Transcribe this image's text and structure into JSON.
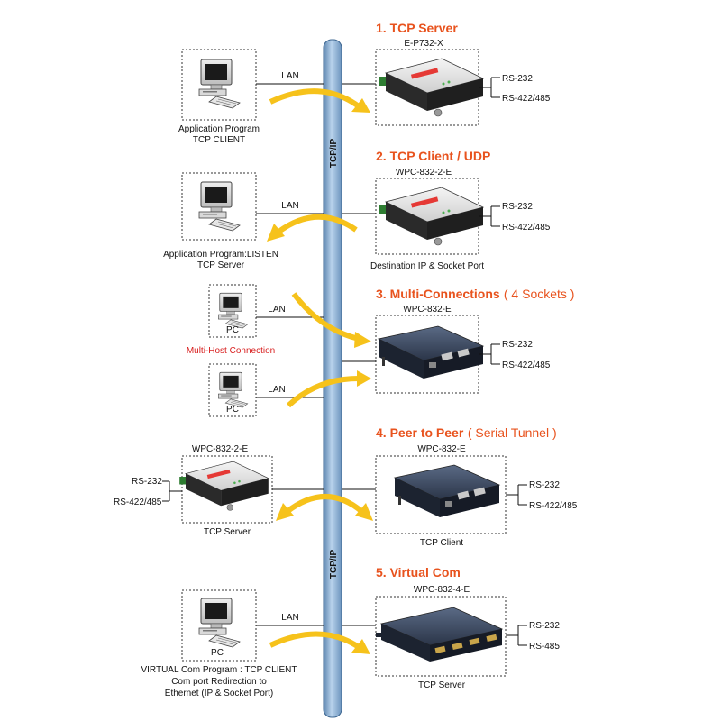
{
  "backbone_label": "TCP/IP",
  "sections": [
    {
      "title": "1. TCP Server",
      "device_model": "E-P732-X",
      "device_caption": "",
      "link_label": "LAN",
      "host_caption": [
        "Application Program",
        "TCP CLIENT"
      ],
      "serial": [
        "RS-232",
        "RS-422/485"
      ]
    },
    {
      "title": "2. TCP Client / UDP",
      "device_model": "WPC-832-2-E",
      "device_caption": "Destination IP & Socket Port",
      "link_label": "LAN",
      "host_caption": [
        "Application Program:LISTEN",
        "TCP Server"
      ],
      "serial": [
        "RS-232",
        "RS-422/485"
      ]
    },
    {
      "title": "3. Multi-Connections",
      "title_suffix": "( 4 Sockets )",
      "device_model": "WPC-832-E",
      "host_a_label": "PC",
      "host_b_label": "PC",
      "link_label_a": "LAN",
      "link_label_b": "LAN",
      "multi_host_label": "Multi-Host Connection",
      "serial": [
        "RS-232",
        "RS-422/485"
      ]
    },
    {
      "title": "4. Peer to Peer",
      "title_suffix": "( Serial Tunnel )",
      "left_device_model": "WPC-832-2-E",
      "left_device_caption": "TCP Server",
      "left_serial": [
        "RS-232",
        "RS-422/485"
      ],
      "right_device_model": "WPC-832-E",
      "right_device_caption": "TCP Client",
      "right_serial": [
        "RS-232",
        "RS-422/485"
      ]
    },
    {
      "title": "5. Virtual Com",
      "device_model": "WPC-832-4-E",
      "device_caption": "TCP Server",
      "link_label": "LAN",
      "host_label": "PC",
      "host_caption": [
        "VIRTUAL Com Program : TCP CLIENT",
        "Com port Redirection to",
        "Ethernet (IP & Socket Port)"
      ],
      "serial": [
        "RS-232",
        "RS-485"
      ]
    }
  ],
  "colors": {
    "title": "#e8531e",
    "backbone": "#8fb4d8",
    "arrow": "#f6c21b",
    "highlight_text": "#d81e1e"
  },
  "icons": [
    "desktop-pc-icon",
    "serial-device-server-icon",
    "ethernet-backbone-cable"
  ]
}
